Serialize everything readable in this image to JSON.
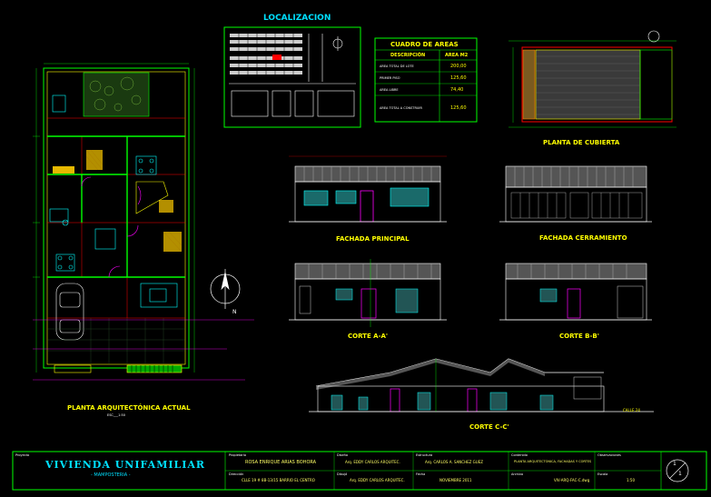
{
  "drawing": {
    "localization_title": "LOCALIZACION",
    "area_table": {
      "title": "CUADRO DE AREAS",
      "headers": [
        "DESCRIPCIÓN",
        "AREA M2"
      ],
      "rows": [
        {
          "desc": "AREA TOTAL DE LOTE",
          "area": "200,00"
        },
        {
          "desc": "PRIMER PISO",
          "area": "125,60"
        },
        {
          "desc": "AREA LIBRE",
          "area": "74,40"
        },
        {
          "desc": "AREA TOTAL A CONSTRUIR",
          "area": "125,60"
        }
      ]
    },
    "views": {
      "roof_plan": "PLANTA DE CUBIERTA",
      "main_facade": "FACHADA PRINCIPAL",
      "closure_facade": "FACHADA CERRAMIENTO",
      "section_aa": "CORTE A-A'",
      "section_bb": "CORTE B-B'",
      "section_cc": "CORTE C-C'",
      "floor_plan": "PLANTA ARQUITECTÓNICA ACTUAL"
    },
    "north_label": "N",
    "street_label": "CALLE 24",
    "scale_labels": {
      "floor_plan": "ESC___1:50"
    }
  },
  "title_block": {
    "project_label": "Proyecto",
    "project_name": "VIVIENDA UNIFAMILIAR",
    "project_sub": "- MAMPOSTERIA -",
    "owner_label": "Propietario",
    "owner": "ROSA ENRIQUE ARIAS BOHORA",
    "designer_label": "Diseño",
    "designer": "Arq. EDDY CARLOS ARQUITEC.",
    "calc_label": "Estructura",
    "calc": "Arq. CARLOS A. SANCHEZ GUEZ",
    "content_label": "Contenido",
    "content": "PLANTA ARQUITECTONICA, FACHADAS Y CORTES",
    "observations_label": "Observaciones",
    "address_label": "Dirección",
    "address": "CLLE 19 # 8B-13/15 BARRIO EL CENTRO",
    "drawn_label": "Dibujó",
    "drawn": "Arq. EDDY CARLOS ARQUITEC.",
    "date_label": "Fecha",
    "date": "NOVIEMBRE 2011",
    "file_label": "Archivo",
    "file": "VIV-ARQ-FAC-C.dwg",
    "scale_label": "Escala",
    "scale": "1:50",
    "sheet": "1",
    "sheet_total": "1"
  },
  "colors": {
    "background": "#000000",
    "yellow": "#ffff00",
    "green": "#00ff00",
    "cyan": "#00ffff",
    "magenta": "#ff00ff",
    "red": "#ff0000",
    "white": "#ffffff",
    "orange": "#ff8000",
    "blue": "#3355ff"
  }
}
